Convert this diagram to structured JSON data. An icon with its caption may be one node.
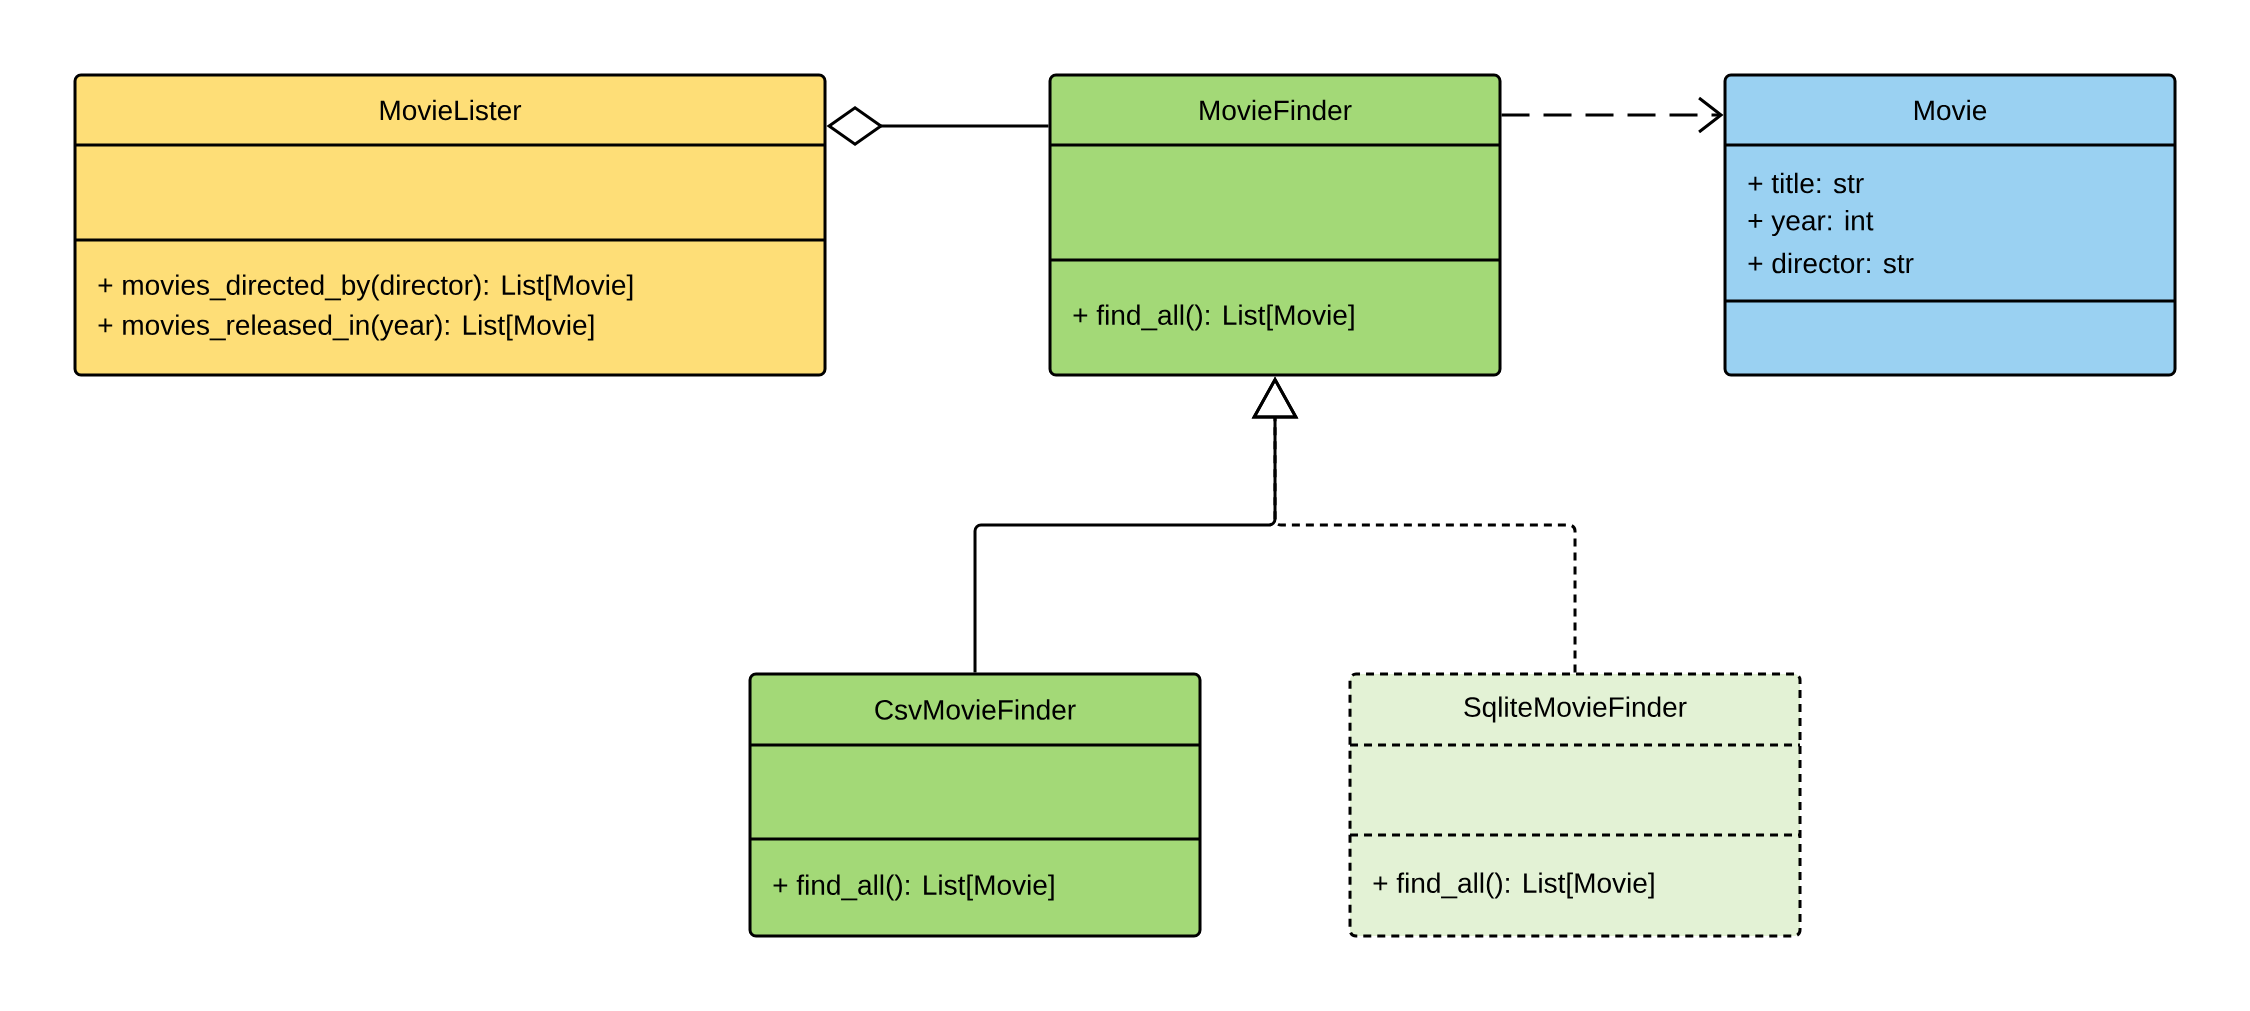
{
  "diagram": {
    "nodes": [
      {
        "text": [
          "MovieLister",
          "+ movies_directed_by(director): List[Movie]",
          "+ movies_released_in(year): List[Movie]"
        ]
      },
      {
        "text": [
          "MovieFinder",
          "+ find_all(): List[Movie]"
        ]
      },
      {
        "text": [
          "Movie",
          "+ title: str",
          "+ year: int",
          "+ director: str"
        ]
      },
      {
        "text": [
          "CsvMovieFinder",
          "+ find_all(): List[Movie]"
        ]
      },
      {
        "text": [
          "SqliteMovieFinder",
          "+ find_all(): List[Movie]"
        ]
      }
    ],
    "edges": [
      {
        "from": 0,
        "to": 1,
        "arrow": "other"
      },
      {
        "from": 1,
        "to": 2,
        "arrow": "to",
        "style": "dashed"
      },
      {
        "from": 3,
        "to": 1,
        "arrow": "to"
      },
      {
        "from": 4,
        "to": 1,
        "arrow": "to",
        "style": "dashed"
      }
    ]
  }
}
